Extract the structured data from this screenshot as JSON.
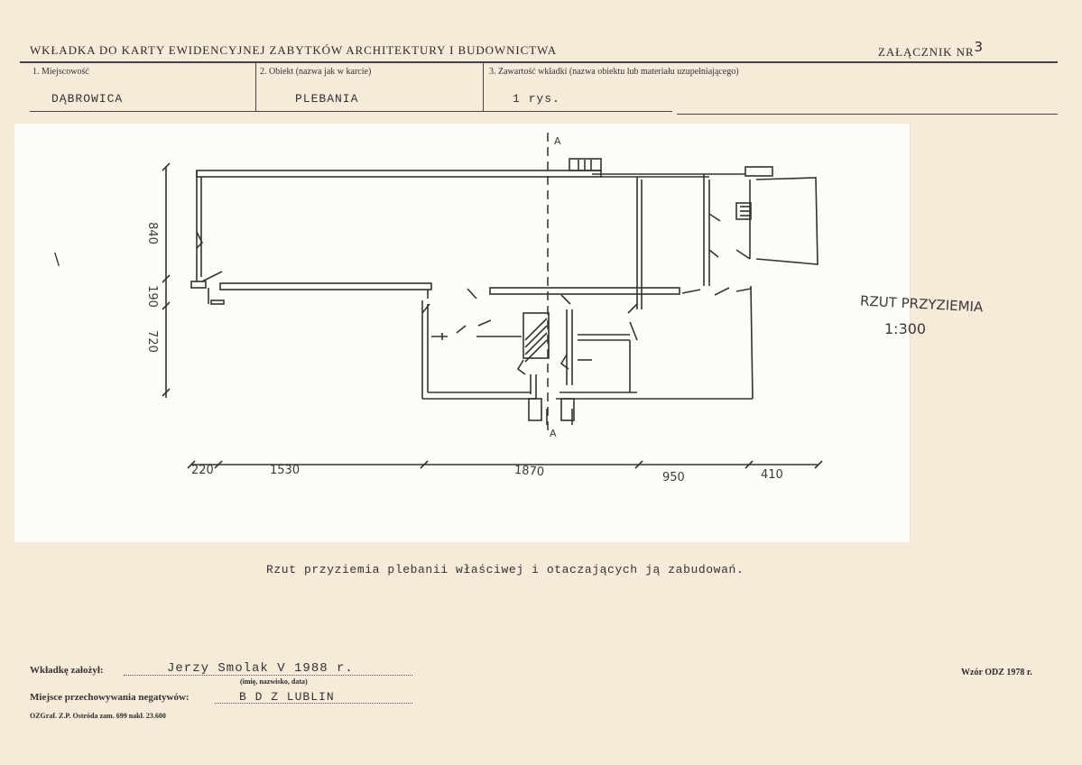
{
  "header": {
    "title": "WKŁADKA DO KARTY EWIDENCYJNEJ ZABYTKÓW ARCHITEKTURY I BUDOWNICTWA",
    "attachment_label": "ZAŁĄCZNIK NR",
    "attachment_number": "3"
  },
  "fields": {
    "locality": {
      "label": "1. Miejscowość",
      "value": "DĄBROWICA"
    },
    "object": {
      "label": "2. Obiekt (nazwa jak w karcie)",
      "value": "PLEBANIA"
    },
    "contents": {
      "label": "3. Zawartość wkładki (nazwa obiektu lub materiału uzupełniającego)",
      "value": "1 rys."
    }
  },
  "drawing": {
    "section_top": "A",
    "section_bottom": "A",
    "title": "RZUT PRZYZIEMIA",
    "scale": "1:300",
    "dims_vertical": [
      "840",
      "190",
      "720"
    ],
    "dims_horizontal": [
      "220",
      "1530",
      "1870",
      "950",
      "410"
    ],
    "margin_mark": "\\"
  },
  "caption": "Rzut przyziemia plebanii właściwej i otaczających ją zabudowań.",
  "footer": {
    "founder_label": "Wkładkę założył:",
    "founder_value": "Jerzy Smolak V 1988 r.",
    "founder_hint": "(imię, nazwisko, data)",
    "storage_label": "Miejsce przechowywania negatywów:",
    "storage_value": "B D Z LUBLIN",
    "print_info": "OZGraf. Z.P. Ostróda zam. 699 nakł. 23.600",
    "form_info": "Wzór ODZ 1978 r."
  }
}
